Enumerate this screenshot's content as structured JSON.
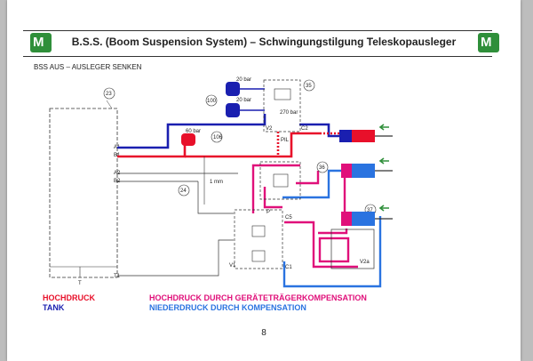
{
  "header": {
    "title": "B.S.S. (Boom Suspension System) – Schwingungstilgung Teleskopausleger",
    "logo_left": "M",
    "logo_right": "M",
    "logo_color": "#2f8f3a"
  },
  "subtitle": "BSS AUS – AUSLEGER SENKEN",
  "diagram": {
    "callouts": [
      "23",
      "100",
      "35",
      "106",
      "36",
      "24",
      "37"
    ],
    "pressure_labels": [
      "20 bar",
      "20 bar",
      "270 bar",
      "60 bar"
    ],
    "orifice_label": "1 mm",
    "port_labels": [
      "A1",
      "B1",
      "A2",
      "B2",
      "T",
      "T1",
      "V2",
      "C2",
      "C1",
      "V1",
      "V2a",
      "PIL",
      "C5",
      "P"
    ],
    "line_colors": {
      "high_pressure": "#e8102a",
      "tank": "#1a1fb0",
      "high_pressure_compensation": "#e0107a",
      "low_pressure_compensation": "#2a73e0"
    }
  },
  "legend": {
    "high_pressure": "HOCHDRUCK",
    "tank": "TANK",
    "high_pressure_compensation": "HOCHDRUCK DURCH GERÄTETRÄGERKOMPENSATION",
    "low_pressure_compensation": "NIEDERDRUCK DURCH KOMPENSATION"
  },
  "page_number": "8"
}
